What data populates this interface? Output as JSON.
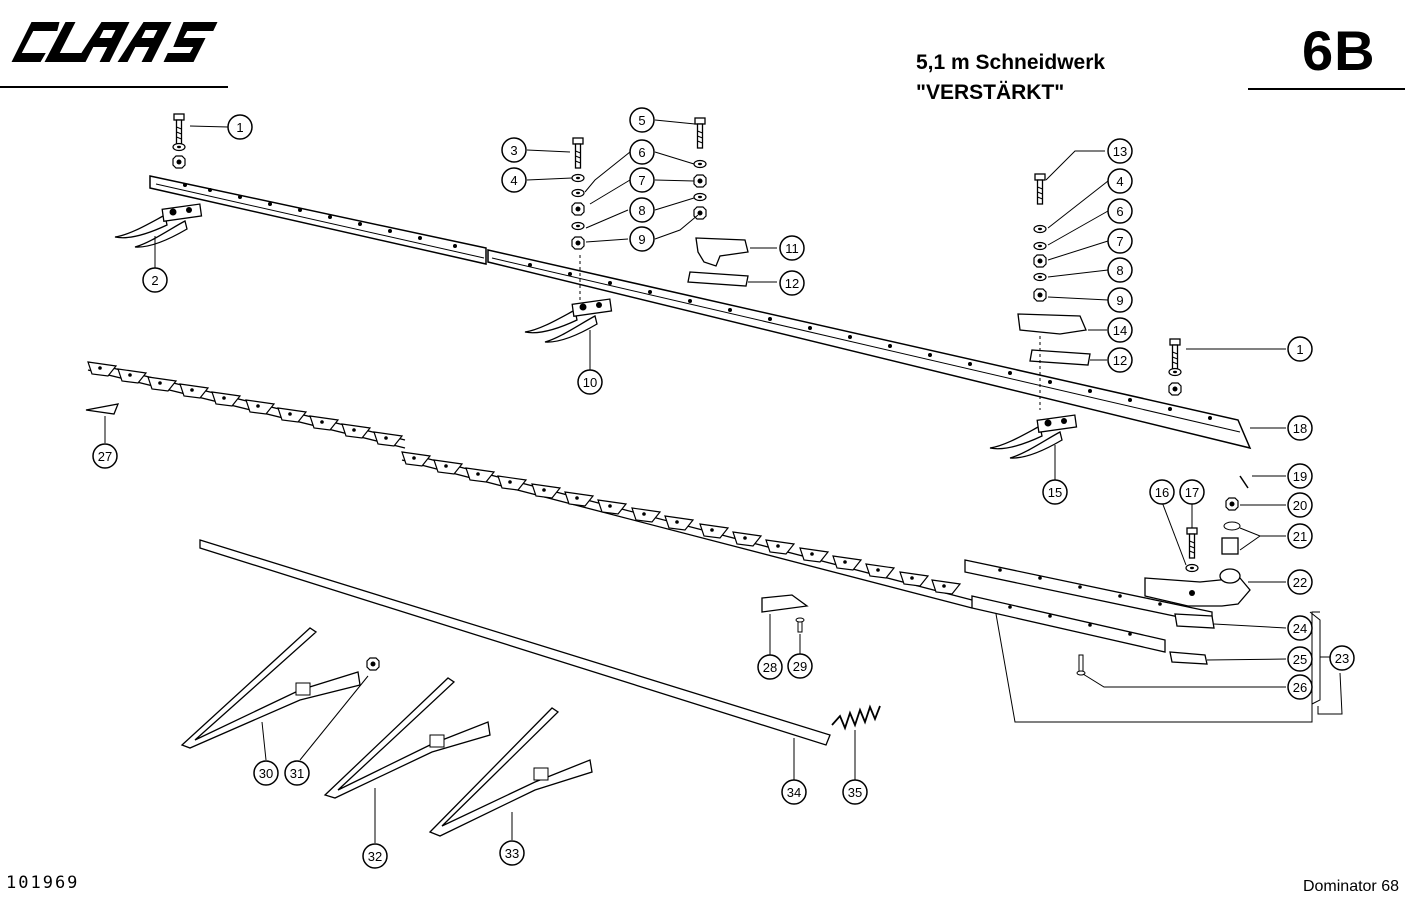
{
  "header": {
    "brand": "CLAAS",
    "title_line1": "5,1 m Schneidwerk",
    "title_line2": "\"VERSTÄRKT\"",
    "page_number": "6B"
  },
  "footer": {
    "drawing_number": "101969",
    "model": "Dominator 68"
  },
  "callouts": [
    "1",
    "2",
    "3",
    "4",
    "5",
    "6",
    "7",
    "8",
    "9",
    "10",
    "11",
    "12",
    "13",
    "4",
    "6",
    "7",
    "8",
    "9",
    "14",
    "12",
    "1",
    "18",
    "15",
    "19",
    "20",
    "21",
    "16",
    "17",
    "22",
    "24",
    "23",
    "25",
    "26",
    "27",
    "28",
    "29",
    "30",
    "31",
    "32",
    "33",
    "34",
    "35"
  ]
}
